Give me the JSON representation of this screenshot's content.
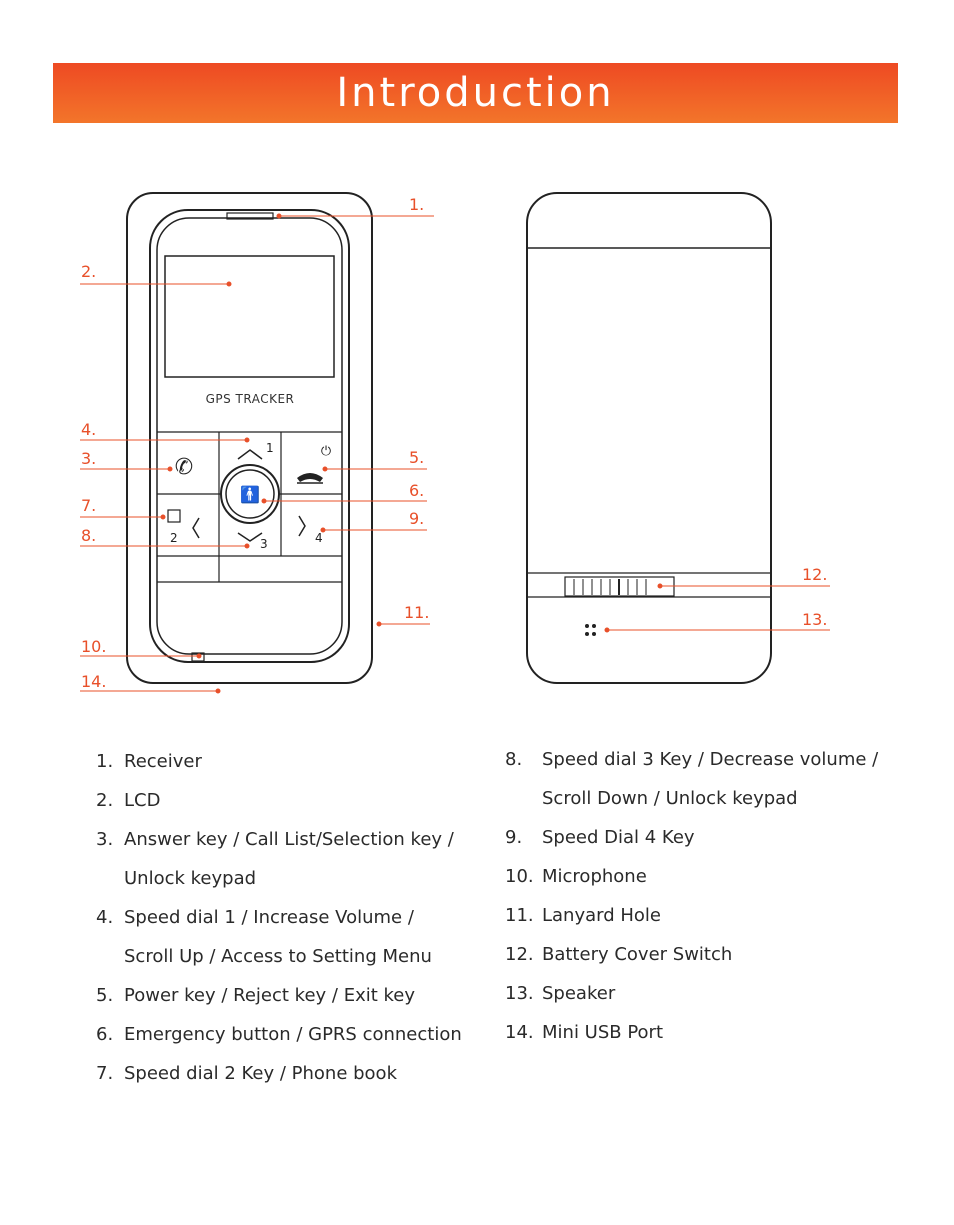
{
  "header": {
    "title": "Introduction"
  },
  "device": {
    "label": "GPS TRACKER",
    "keys": [
      "1",
      "2",
      "3",
      "4"
    ]
  },
  "callouts": [
    "1.",
    "2.",
    "3.",
    "4.",
    "5.",
    "6.",
    "7.",
    "8.",
    "9.",
    "10.",
    "11.",
    "12.",
    "13.",
    "14."
  ],
  "parts_left": [
    {
      "num": "1.",
      "lines": [
        "Receiver"
      ]
    },
    {
      "num": "2.",
      "lines": [
        "LCD"
      ]
    },
    {
      "num": "3.",
      "lines": [
        "Answer key / Call List/Selection key /",
        "Unlock keypad"
      ]
    },
    {
      "num": "4.",
      "lines": [
        "Speed dial 1 / Increase Volume /",
        "Scroll Up / Access to Setting Menu"
      ]
    },
    {
      "num": "5.",
      "lines": [
        "Power key / Reject key / Exit key"
      ]
    },
    {
      "num": "6.",
      "lines": [
        "Emergency button / GPRS connection"
      ]
    },
    {
      "num": "7.",
      "lines": [
        "Speed dial 2 Key / Phone book"
      ]
    }
  ],
  "parts_right": [
    {
      "num": "8.",
      "lines": [
        "Speed dial 3 Key / Decrease volume /",
        "Scroll Down / Unlock keypad"
      ]
    },
    {
      "num": "9.",
      "lines": [
        "Speed Dial 4 Key"
      ]
    },
    {
      "num": "10.",
      "lines": [
        "Microphone"
      ]
    },
    {
      "num": "11.",
      "lines": [
        "Lanyard Hole"
      ]
    },
    {
      "num": "12.",
      "lines": [
        "Battery Cover Switch"
      ]
    },
    {
      "num": "13.",
      "lines": [
        "Speaker"
      ]
    },
    {
      "num": "14.",
      "lines": [
        "Mini USB Port"
      ]
    }
  ],
  "colors": {
    "accent": "#e8502a",
    "banner_top": "#ee4a23",
    "banner_bottom": "#f3752a"
  }
}
